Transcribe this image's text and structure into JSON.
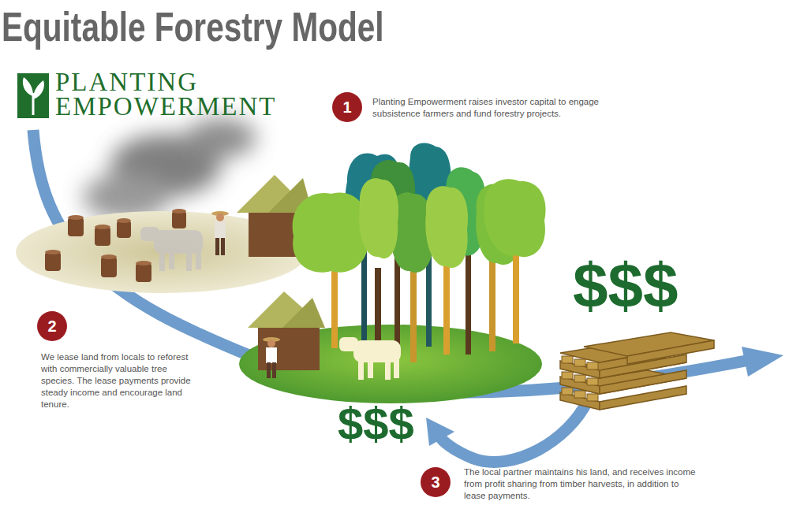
{
  "diagram": {
    "title": "Equitable Forestry Model",
    "nodes": [
      {
        "text": [
          "1"
        ]
      },
      {
        "text": [
          "2"
        ]
      },
      {
        "text": [
          "3"
        ]
      }
    ],
    "labels": [
      "PLANTING EMPOWERMENT",
      "Planting Empowerment raises investor capital to engage subsistence farmers and fund forestry projects.",
      "We lease land from locals to reforest with commercially valuable tree species. The lease payments provide steady income and encourage land tenure.",
      "$$$",
      "$$$",
      "The local partner maintains his land, and receives income from profit sharing from timber harvests, in addition to lease payments."
    ]
  }
}
